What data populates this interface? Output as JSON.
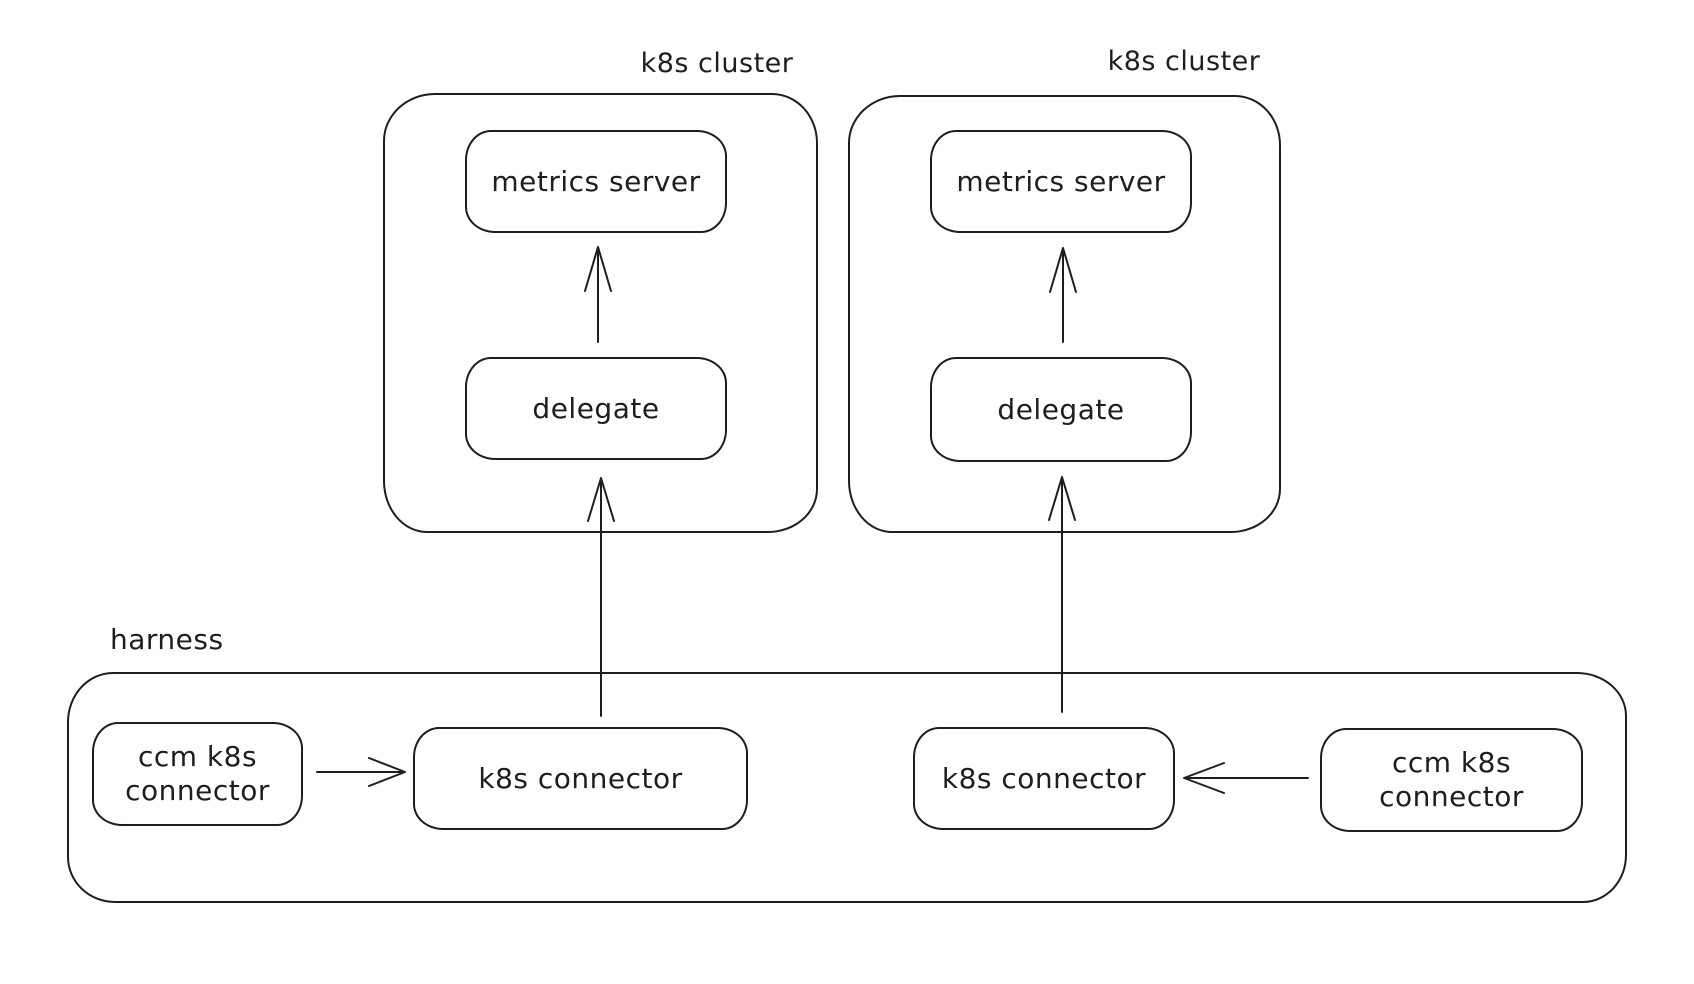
{
  "diagram": {
    "clusters": [
      {
        "label": "k8s cluster",
        "nodes": {
          "metrics_server": "metrics server",
          "delegate": "delegate"
        }
      },
      {
        "label": "k8s cluster",
        "nodes": {
          "metrics_server": "metrics server",
          "delegate": "delegate"
        }
      }
    ],
    "harness": {
      "label": "harness",
      "nodes": {
        "ccm_connector_left": "ccm k8s connector",
        "k8s_connector_left": "k8s connector",
        "k8s_connector_right": "k8s connector",
        "ccm_connector_right": "ccm k8s connector"
      }
    },
    "edges": [
      {
        "from": "delegate (cluster 1)",
        "to": "metrics server (cluster 1)"
      },
      {
        "from": "delegate (cluster 2)",
        "to": "metrics server (cluster 2)"
      },
      {
        "from": "k8s connector (left)",
        "to": "delegate (cluster 1)"
      },
      {
        "from": "k8s connector (right)",
        "to": "delegate (cluster 2)"
      },
      {
        "from": "ccm k8s connector (left)",
        "to": "k8s connector (left)"
      },
      {
        "from": "ccm k8s connector (right)",
        "to": "k8s connector (right)"
      }
    ],
    "colors": {
      "stroke": "#1e1e1e",
      "background": "#ffffff"
    }
  }
}
